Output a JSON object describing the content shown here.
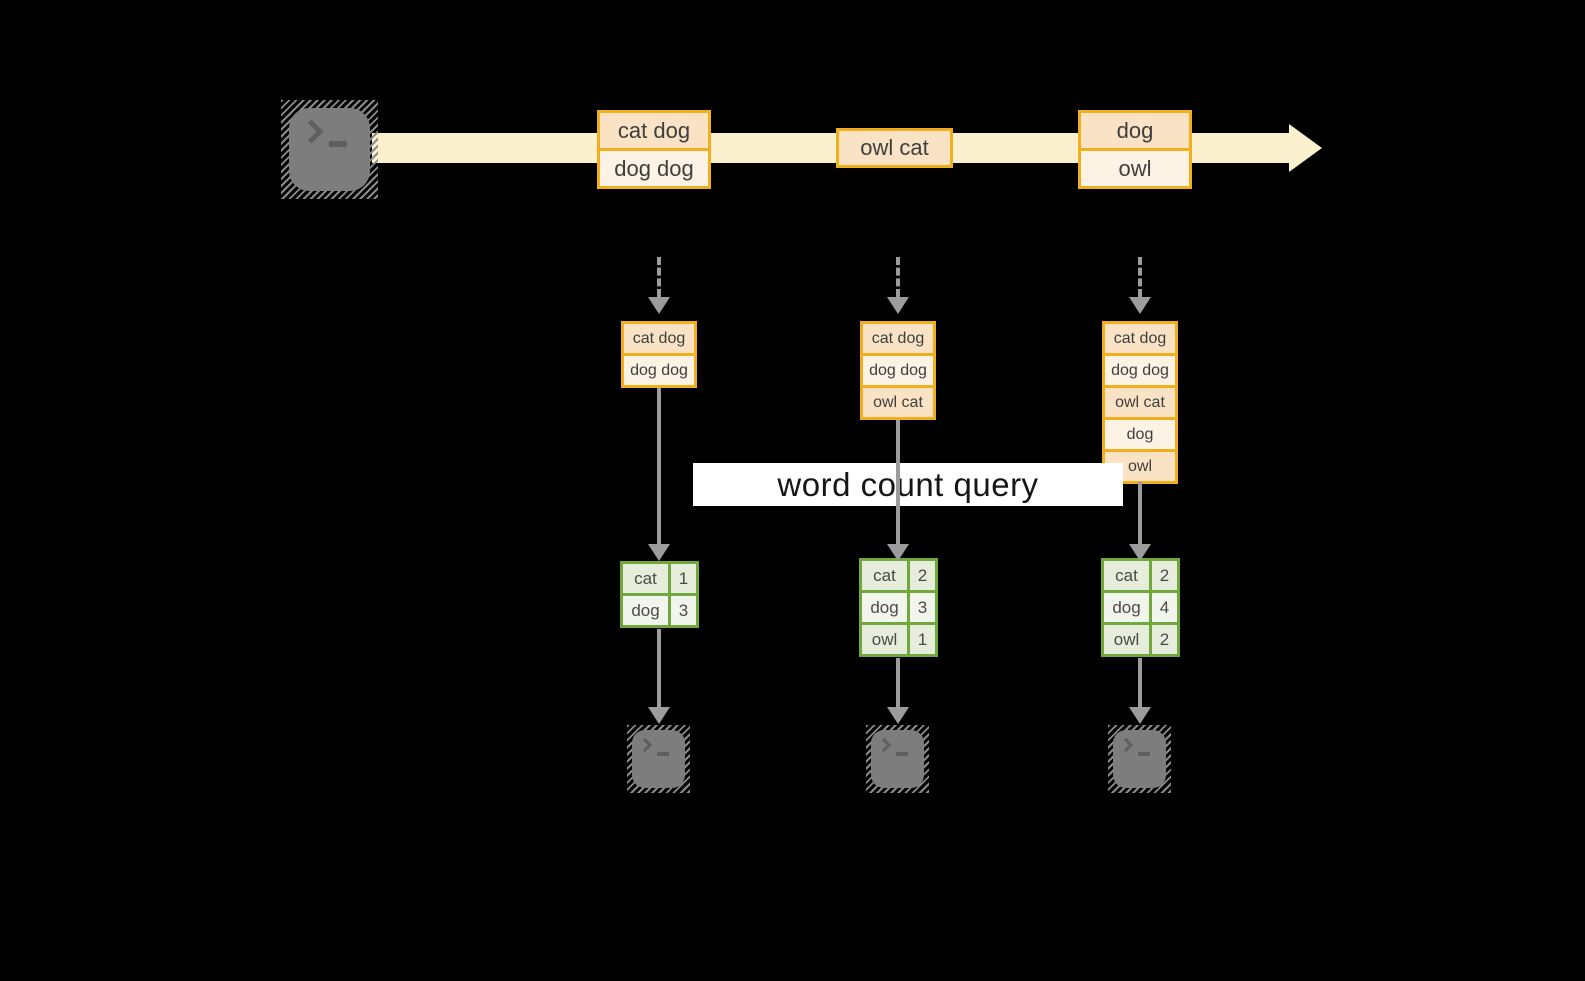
{
  "label": {
    "text": "word count query"
  },
  "stream": {
    "source_icon": "terminal",
    "batches": [
      {
        "records": [
          "cat dog",
          "dog dog"
        ]
      },
      {
        "records": [
          "owl cat"
        ]
      },
      {
        "records": [
          "dog",
          "owl"
        ]
      }
    ]
  },
  "columns": [
    {
      "records": [
        "cat dog",
        "dog dog"
      ],
      "counts": [
        {
          "word": "cat",
          "count": "1"
        },
        {
          "word": "dog",
          "count": "3"
        }
      ]
    },
    {
      "records": [
        "cat dog",
        "dog dog",
        "owl cat"
      ],
      "counts": [
        {
          "word": "cat",
          "count": "2"
        },
        {
          "word": "dog",
          "count": "3"
        },
        {
          "word": "owl",
          "count": "1"
        }
      ]
    },
    {
      "records": [
        "cat dog",
        "dog dog",
        "owl cat",
        "dog",
        "owl"
      ],
      "counts": [
        {
          "word": "cat",
          "count": "2"
        },
        {
          "word": "dog",
          "count": "4"
        },
        {
          "word": "owl",
          "count": "2"
        }
      ]
    }
  ],
  "colors": {
    "background": "#000000",
    "amber_border": "#F2AF1D",
    "peach_fill": "#FAE3C5",
    "cream_fill": "#FCF3E4",
    "stream_band": "#FAF0CE",
    "green_border": "#70A83E",
    "green_fill_dark": "#E7EDDB",
    "green_fill_light": "#F1F5EB",
    "arrow_gray": "#9C9C9C",
    "terminal_gray": "#7D7D7D",
    "label_background": "#FFFFFF"
  }
}
